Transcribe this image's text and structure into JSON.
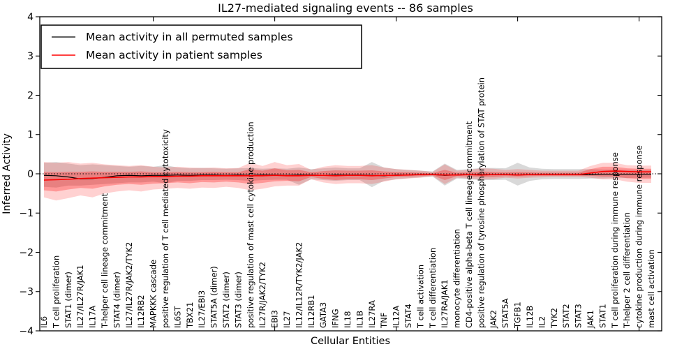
{
  "figure": {
    "title": "IL27-mediated signaling events -- 86 samples",
    "xlabel": "Cellular Entities",
    "ylabel": "Inferred Activity"
  },
  "chart_data": {
    "type": "line",
    "title": "IL27-mediated signaling events -- 86 samples",
    "xlabel": "Cellular Entities",
    "ylabel": "Inferred Activity",
    "ylim": [
      -4,
      4
    ],
    "yticks": [
      4,
      3,
      2,
      1,
      0,
      -1,
      -2,
      -3,
      -4
    ],
    "xtick_sample_positions": [
      10,
      20,
      30,
      40,
      50
    ],
    "grid": false,
    "legend_position": "upper left",
    "zero_reference_line": 0,
    "legend": [
      {
        "label": "Mean activity in all permuted samples",
        "color": "#000000"
      },
      {
        "label": "Mean activity in patient samples",
        "color": "#ff0000"
      }
    ],
    "colors": {
      "permuted_line": "#000000",
      "patient_line": "#ff0000",
      "permuted_band": "#888888",
      "patient_band": "#ff0000",
      "zero_line": "#000000"
    },
    "categories": [
      "IL6",
      "T cell proliferation",
      "STAT1 (dimer)",
      "IL27/IL27R/JAK1",
      "IL17A",
      "T-helper cell lineage commitment",
      "STAT4 (dimer)",
      "IL27/IL27R/JAK2/TYK2",
      "IL12RB2",
      "MAPKKK cascade",
      "positive regulation of T cell mediated cytotoxicity",
      "IL6ST",
      "TBX21",
      "IL27/EBI3",
      "STAT5A (dimer)",
      "STAT2 (dimer)",
      "STAT3 (dimer)",
      "positive regulation of mast cell cytokine production",
      "IL27R/JAK2/TYK2",
      "EBI3",
      "IL27",
      "IL12/IL12R/TYK2/JAK2",
      "IL12RB1",
      "GATA3",
      "IFNG",
      "IL18",
      "IL1B",
      "IL27RA",
      "TNF",
      "IL12A",
      "STAT4",
      "T cell activation",
      "T cell differentiation",
      "IL27RA/JAK1",
      "monocyte differentiation",
      "CD4-positive alpha-beta T cell lineage commitment",
      "positive regulation of tyrosine phosphorylation of STAT protein",
      "JAK2",
      "STAT5A",
      "TGFB1",
      "IL12B",
      "IL2",
      "TYK2",
      "STAT2",
      "STAT3",
      "JAK1",
      "STAT1",
      "T cell proliferation during immune response",
      "T-helper 2 cell differentiation",
      "cytokine production during immune response",
      "mast cell activation"
    ],
    "series": [
      {
        "name": "Mean activity in all permuted samples",
        "color": "#000000",
        "values": [
          -0.04,
          -0.05,
          -0.08,
          -0.13,
          -0.12,
          -0.09,
          -0.05,
          -0.04,
          -0.05,
          -0.04,
          -0.04,
          -0.03,
          -0.04,
          -0.03,
          -0.03,
          -0.04,
          -0.03,
          -0.04,
          -0.03,
          -0.03,
          -0.04,
          -0.03,
          -0.03,
          -0.04,
          -0.03,
          -0.03,
          -0.03,
          -0.04,
          -0.05,
          -0.03,
          -0.03,
          -0.02,
          -0.02,
          -0.04,
          -0.03,
          -0.02,
          -0.02,
          -0.02,
          -0.02,
          -0.03,
          -0.02,
          -0.02,
          -0.02,
          -0.02,
          -0.02,
          -0.02,
          -0.01,
          -0.01,
          -0.01,
          -0.01,
          -0.01
        ],
        "band_hi": [
          0.28,
          0.3,
          0.26,
          0.22,
          0.24,
          0.22,
          0.2,
          0.18,
          0.2,
          0.18,
          0.22,
          0.16,
          0.14,
          0.15,
          0.14,
          0.13,
          0.14,
          0.15,
          0.13,
          0.14,
          0.13,
          0.16,
          0.12,
          0.14,
          0.16,
          0.14,
          0.14,
          0.3,
          0.16,
          0.12,
          0.1,
          0.08,
          0.06,
          0.26,
          0.1,
          0.12,
          0.15,
          0.15,
          0.14,
          0.28,
          0.16,
          0.13,
          0.12,
          0.12,
          0.12,
          0.12,
          0.11,
          0.11,
          0.1,
          0.1,
          0.1
        ],
        "band_lo": [
          -0.33,
          -0.35,
          -0.3,
          -0.3,
          -0.28,
          -0.26,
          -0.24,
          -0.22,
          -0.22,
          -0.2,
          -0.24,
          -0.18,
          -0.18,
          -0.16,
          -0.16,
          -0.15,
          -0.16,
          -0.18,
          -0.16,
          -0.15,
          -0.15,
          -0.28,
          -0.14,
          -0.16,
          -0.18,
          -0.16,
          -0.16,
          -0.34,
          -0.18,
          -0.14,
          -0.11,
          -0.09,
          -0.07,
          -0.3,
          -0.12,
          -0.14,
          -0.16,
          -0.16,
          -0.15,
          -0.3,
          -0.18,
          -0.14,
          -0.13,
          -0.13,
          -0.13,
          -0.12,
          -0.12,
          -0.11,
          -0.11,
          -0.1,
          -0.1
        ]
      },
      {
        "name": "Mean activity in patient samples",
        "color": "#ff0000",
        "values": [
          -0.16,
          -0.15,
          -0.14,
          -0.12,
          -0.11,
          -0.1,
          -0.09,
          -0.08,
          -0.08,
          -0.07,
          -0.07,
          -0.06,
          -0.06,
          -0.05,
          -0.05,
          -0.05,
          -0.05,
          -0.05,
          -0.05,
          -0.04,
          -0.05,
          -0.05,
          -0.04,
          -0.04,
          -0.05,
          -0.04,
          -0.04,
          -0.05,
          -0.04,
          -0.04,
          -0.03,
          -0.02,
          -0.02,
          -0.03,
          -0.03,
          -0.02,
          -0.03,
          -0.02,
          -0.02,
          -0.03,
          -0.02,
          -0.02,
          -0.02,
          -0.02,
          -0.02,
          0.02,
          0.06,
          0.07,
          0.06,
          0.05,
          0.05
        ],
        "band_outer_hi": [
          0.3,
          0.28,
          0.3,
          0.26,
          0.28,
          0.24,
          0.22,
          0.2,
          0.22,
          0.18,
          0.16,
          0.18,
          0.16,
          0.15,
          0.16,
          0.14,
          0.15,
          0.28,
          0.2,
          0.3,
          0.22,
          0.25,
          0.1,
          0.18,
          0.22,
          0.2,
          0.2,
          0.22,
          0.16,
          0.12,
          0.1,
          0.08,
          0.05,
          0.24,
          0.08,
          0.1,
          0.14,
          0.13,
          0.1,
          0.12,
          0.1,
          0.08,
          0.08,
          0.08,
          0.08,
          0.2,
          0.28,
          0.28,
          0.22,
          0.21,
          0.21
        ],
        "band_outer_lo": [
          -0.6,
          -0.68,
          -0.62,
          -0.55,
          -0.6,
          -0.5,
          -0.45,
          -0.42,
          -0.45,
          -0.4,
          -0.38,
          -0.36,
          -0.38,
          -0.35,
          -0.36,
          -0.33,
          -0.36,
          -0.42,
          -0.38,
          -0.32,
          -0.3,
          -0.3,
          -0.14,
          -0.22,
          -0.26,
          -0.24,
          -0.24,
          -0.26,
          -0.2,
          -0.14,
          -0.12,
          -0.1,
          -0.06,
          -0.26,
          -0.1,
          -0.12,
          -0.14,
          -0.13,
          -0.1,
          -0.12,
          -0.1,
          -0.09,
          -0.08,
          -0.08,
          -0.08,
          -0.1,
          -0.14,
          -0.14,
          -0.2,
          -0.23,
          -0.23
        ],
        "band_inner_hi": [
          0.05,
          0.04,
          0.05,
          0.05,
          0.06,
          0.05,
          0.05,
          0.05,
          0.06,
          0.04,
          0.04,
          0.05,
          0.04,
          0.04,
          0.05,
          0.04,
          0.04,
          0.12,
          0.08,
          0.14,
          0.09,
          0.1,
          0.04,
          0.07,
          0.09,
          0.08,
          0.08,
          0.09,
          0.06,
          0.05,
          0.04,
          0.03,
          0.02,
          0.1,
          0.03,
          0.04,
          0.06,
          0.05,
          0.04,
          0.05,
          0.04,
          0.03,
          0.03,
          0.03,
          0.03,
          0.12,
          0.18,
          0.18,
          0.14,
          0.13,
          0.13
        ],
        "band_inner_lo": [
          -0.42,
          -0.45,
          -0.4,
          -0.36,
          -0.38,
          -0.32,
          -0.28,
          -0.26,
          -0.28,
          -0.25,
          -0.24,
          -0.22,
          -0.24,
          -0.21,
          -0.22,
          -0.2,
          -0.22,
          -0.26,
          -0.23,
          -0.19,
          -0.18,
          -0.19,
          -0.08,
          -0.13,
          -0.16,
          -0.14,
          -0.14,
          -0.16,
          -0.12,
          -0.08,
          -0.07,
          -0.06,
          -0.04,
          -0.16,
          -0.06,
          -0.07,
          -0.08,
          -0.08,
          -0.06,
          -0.07,
          -0.06,
          -0.05,
          -0.05,
          -0.05,
          -0.05,
          -0.05,
          -0.07,
          -0.07,
          -0.11,
          -0.13,
          -0.13
        ]
      }
    ]
  }
}
